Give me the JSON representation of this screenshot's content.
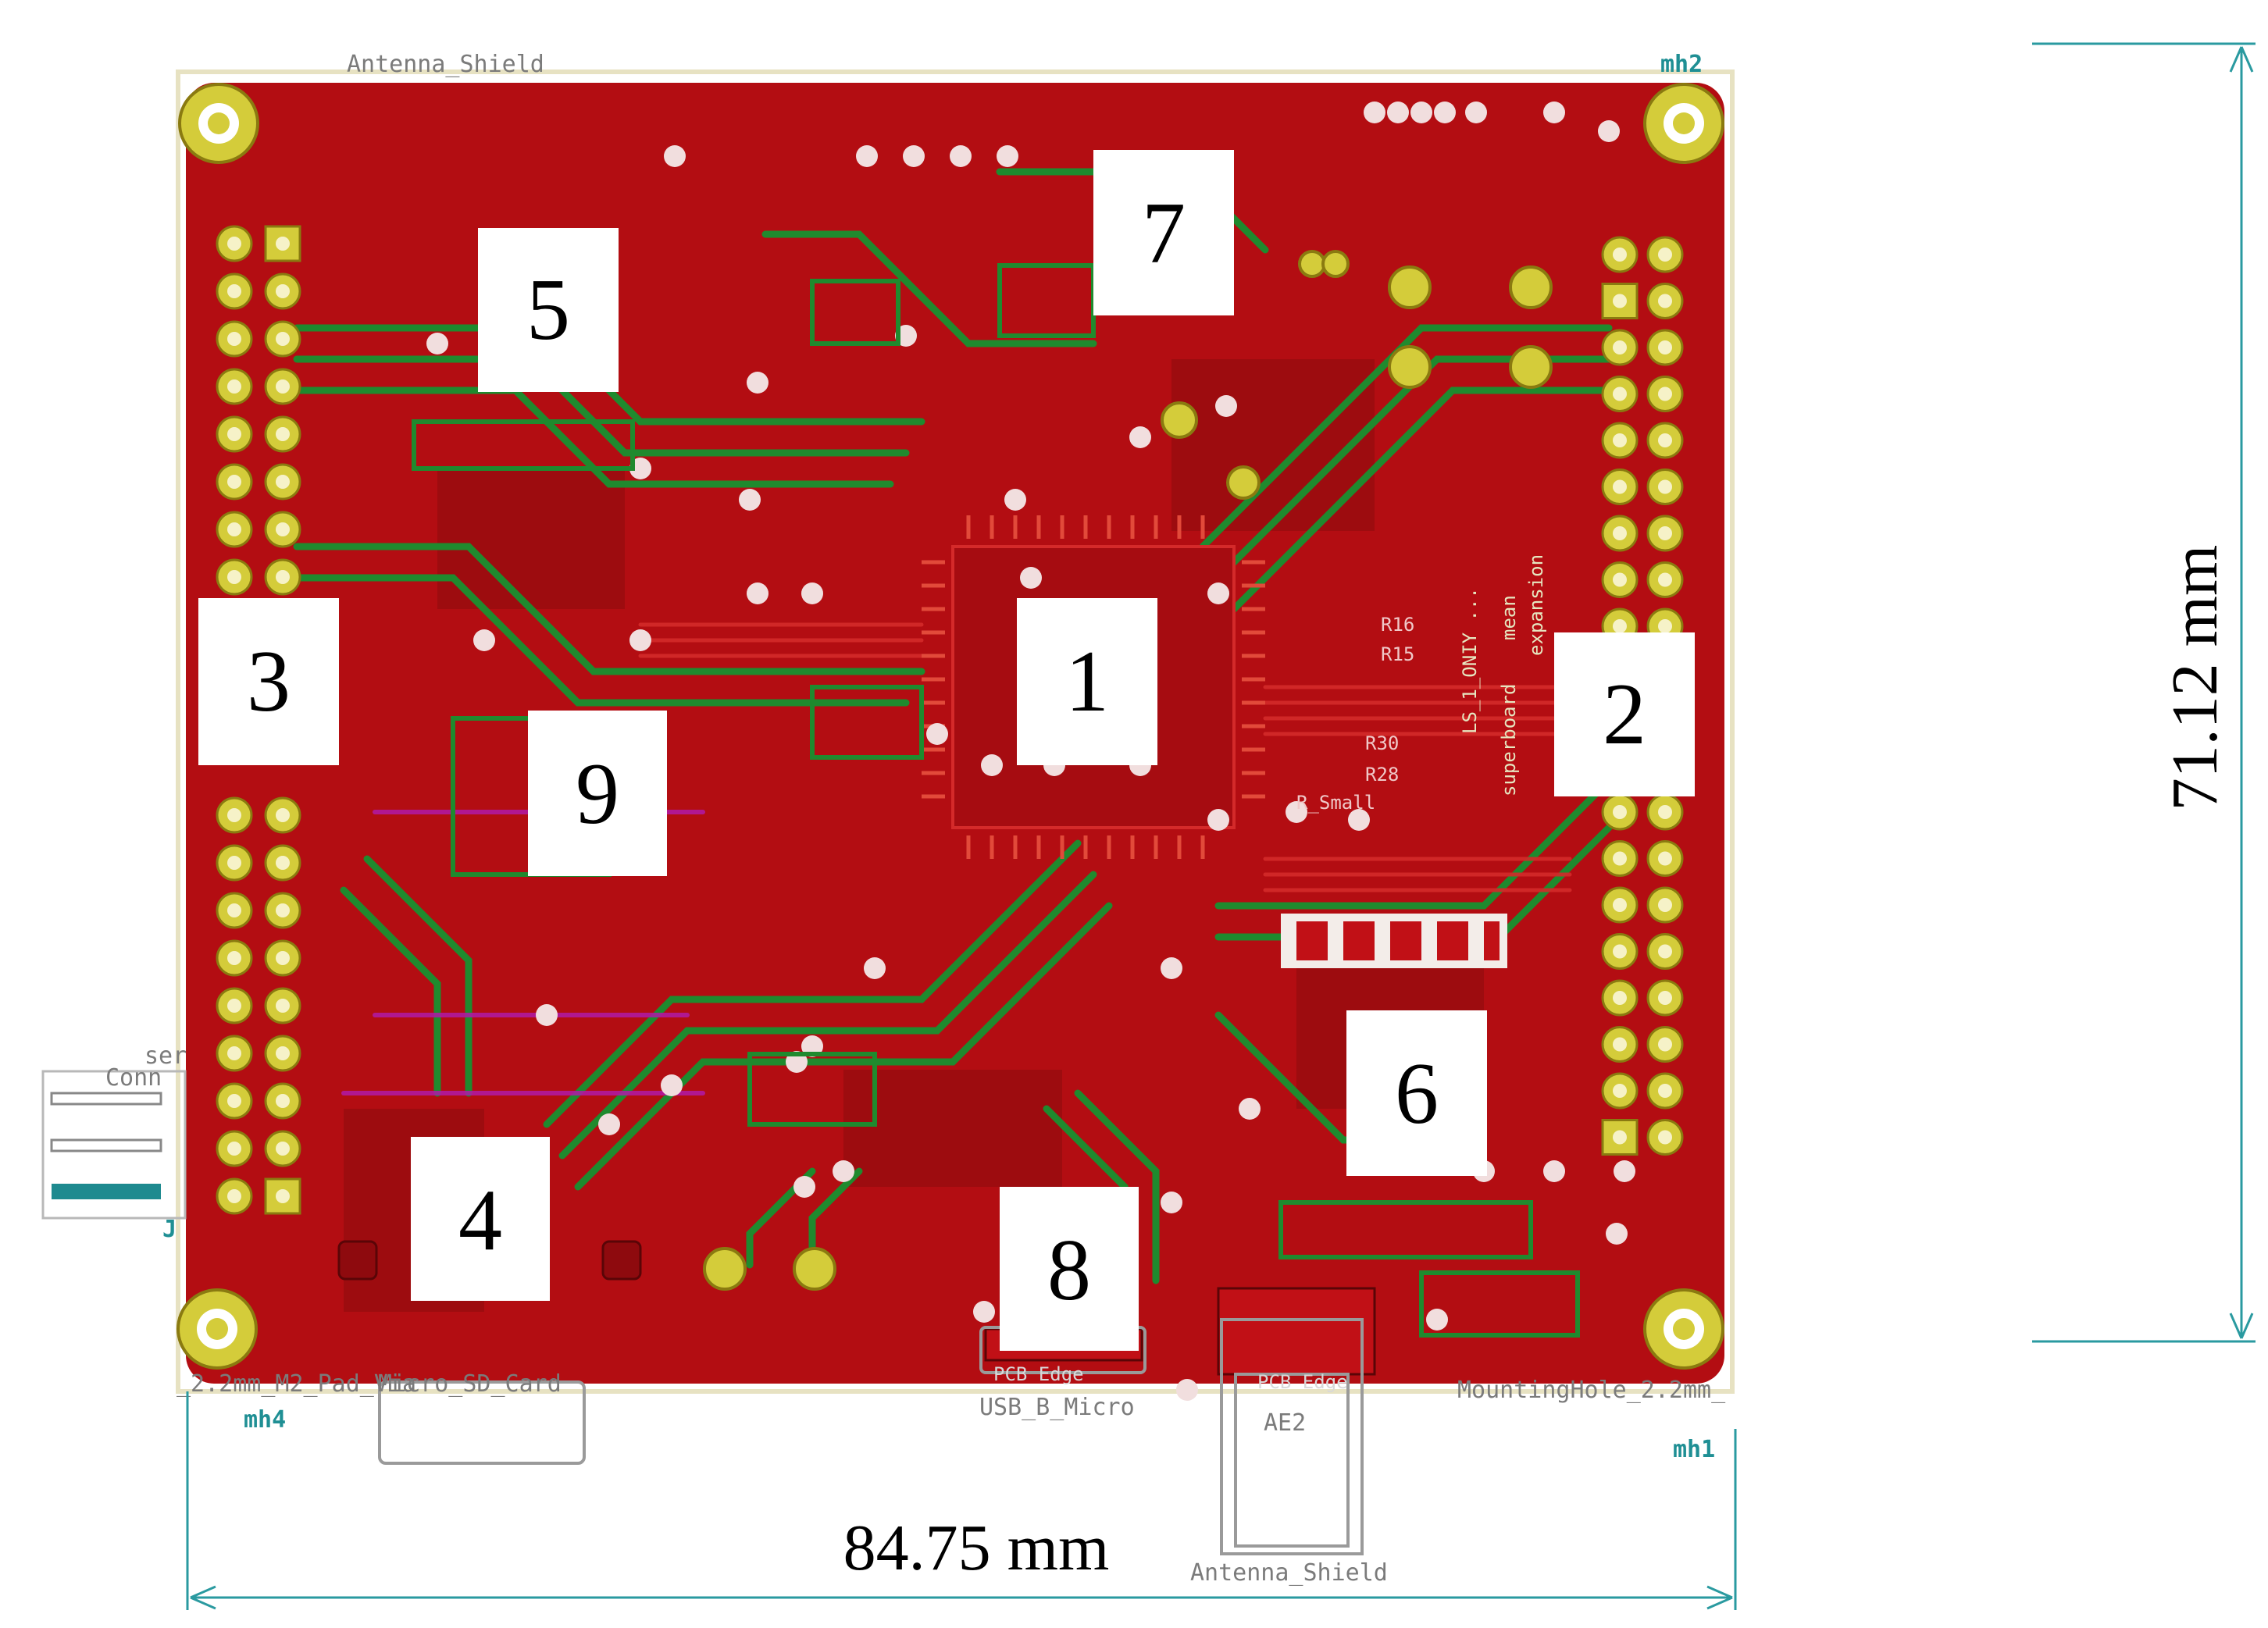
{
  "colors": {
    "board_red": "#b30d12",
    "board_dark": "#8e0a0e",
    "trace_green": "#1f8a2e",
    "trace_red": "#cc2626",
    "pad_gold": "#d4cc3a",
    "silk_gray": "#7b7b7b",
    "dim_teal": "#2a9aa0",
    "ref_teal": "#1f8f94",
    "magenta": "#b01aa8"
  },
  "silkscreen": {
    "antenna_shield_top": "Antenna_Shield",
    "antenna_shield_bottom": "Antenna_Shield",
    "mounting_hole_left": "_2.2mm_M2_Pad_Via",
    "micro_sd": "Micro_SD_Card",
    "usb": "USB_B_Micro",
    "ae2": "AE2",
    "mounting_hole_right": "MountingHole_2.2mm_",
    "conn_a": "ser",
    "conn_b": "Conn",
    "conn_c": "J",
    "r_small": "R_Small",
    "r30": "R30",
    "r28": "R28",
    "r16": "R16",
    "r15": "R15",
    "pcb_edge_a": "PCB Edge",
    "pcb_edge_b": "PCB Edge",
    "overlay_a": "LS_1_ONIY ... ",
    "overlay_b": "mean",
    "overlay_c": "superboard",
    "overlay_d": "expansion"
  },
  "ref_labels": {
    "mh1": "mh1",
    "mh2": "mh2",
    "mh4": "mh4"
  },
  "region_labels": [
    "1",
    "2",
    "3",
    "4",
    "5",
    "6",
    "7",
    "8",
    "9"
  ],
  "dimensions": {
    "width": "84.75 mm",
    "height": "71.12 mm"
  }
}
